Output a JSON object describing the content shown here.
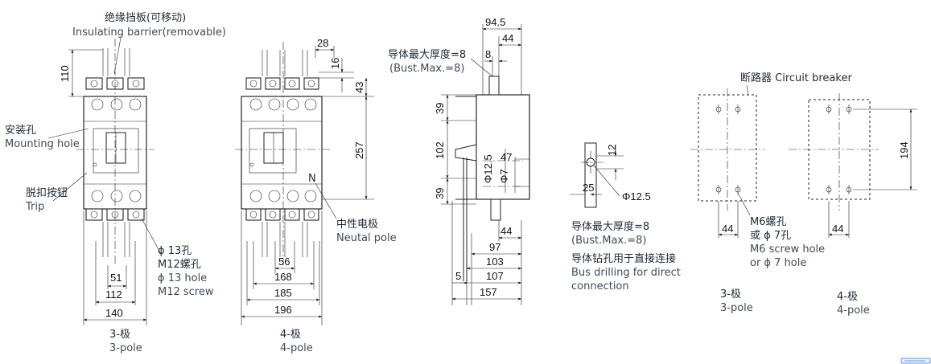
{
  "views": {
    "pole3": {
      "cn": "3-极",
      "en": "3-pole"
    },
    "pole4": {
      "cn": "4-极",
      "en": "4-pole"
    },
    "mount3": {
      "cn": "3-极",
      "en": "3-pole"
    },
    "mount4": {
      "cn": "4-极",
      "en": "4-pole"
    }
  },
  "labels": {
    "barrier_cn": "绝缘挡板(可移动)",
    "barrier_en": "Insulating barrier(removable)",
    "mounting_cn": "安装孔",
    "mounting_en": "Mounting hole",
    "trip_cn": "脱扣按钮",
    "trip_en": "Trip",
    "hole13_cn": "ϕ 13孔",
    "m12_cn": "M12螺孔",
    "hole13_en": "ϕ 13 hole",
    "m12_en": "M12 screw",
    "neutral_cn": "中性电极",
    "neutral_en": "Neutal pole",
    "n_mark": "N",
    "bust_cn_side": "导体最大厚度=8",
    "bust_en_side": "(Bust.Max.=8)",
    "bust_cn": "导体最大厚度=8",
    "bust_en": "(Bust.Max.=8)",
    "drill_cn": "导体钻孔用于直接连接",
    "drill_en1": "Bus drilling for direct",
    "drill_en2": "connection",
    "breaker_label": "断路器 Circuit breaker",
    "m6_cn1": "M6螺孔",
    "m6_cn2": "或 ϕ 7孔",
    "m6_en1": "M6 screw hole",
    "m6_en2": "or ϕ 7 hole"
  },
  "dimensions": {
    "d110": "110",
    "d51": "51",
    "d112": "112",
    "d140": "140",
    "d28": "28",
    "d16": "16",
    "d43": "43",
    "d257": "257",
    "d56": "56",
    "d168": "168",
    "d185": "185",
    "d196": "196",
    "d94_5": "94.5",
    "d44a": "44",
    "d8": "8",
    "d39a": "39",
    "d102": "102",
    "d39b": "39",
    "d47": "47",
    "d_phi12_5_side": "Φ12.5",
    "d_phi7_side": "Φ7",
    "d44b": "44",
    "d97": "97",
    "d103": "103",
    "d107": "107",
    "d5": "5",
    "d157": "157",
    "d12": "12",
    "d25": "25",
    "d_phi12_5": "Φ12.5",
    "d44c": "44",
    "d44d": "44",
    "d194": "194"
  },
  "corner": {
    "icon": "corner-widget-icon",
    "color": "#3a7bd5"
  }
}
